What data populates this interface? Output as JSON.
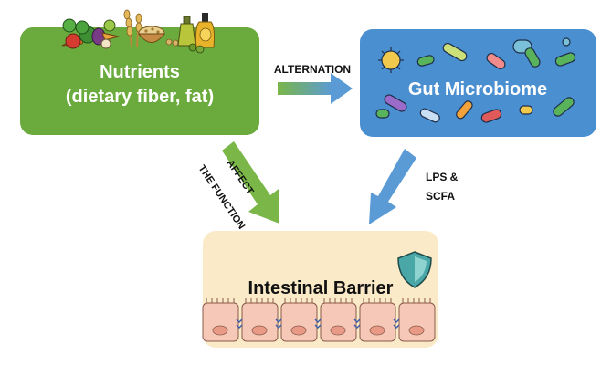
{
  "nodes": {
    "nutrients": {
      "title": "Nutrients",
      "subtitle": "(dietary fiber, fat)"
    },
    "microbiome": {
      "title": "Gut Microbiome"
    },
    "barrier": {
      "title": "Intestinal Barrier"
    }
  },
  "edges": {
    "alternation": {
      "label": "ALTERNATION"
    },
    "affect": {
      "label_line1": "AFFECT",
      "label_line2": "THE FUNCTION"
    },
    "lps": {
      "label_line1": "LPS &",
      "label_line2": "SCFA"
    }
  },
  "colors": {
    "nutrients_fill": "#6bab3e",
    "microbiome_fill": "#4a8fd0",
    "barrier_fill": "#fbeac8",
    "arrow_green": "#7ab648",
    "arrow_blue": "#5b9bd5",
    "cell_fill": "#f6c8b8",
    "shield": "#4aa7a7"
  },
  "icons": [
    "vegetables-icon",
    "wheat-icon",
    "grain-bowl-icon",
    "oil-bottle-icon",
    "bacteria-icon",
    "shield-icon",
    "tight-junction-icon"
  ]
}
